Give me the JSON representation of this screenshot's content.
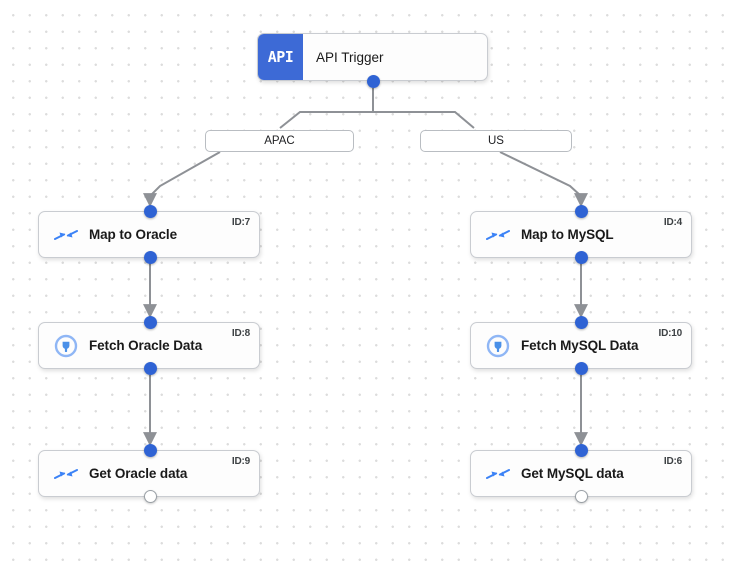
{
  "canvas": {
    "name": "workflow-canvas",
    "background": "#ffffff",
    "grid_dot_color": "#dcdcdc",
    "accent_color": "#2f63d4",
    "trigger_badge_color": "#3d6ad6",
    "edge_color": "#8e9196",
    "node_border_color": "#c9ccd1"
  },
  "trigger": {
    "badge_text": "API",
    "title": "API Trigger",
    "icon": "api-badge-icon"
  },
  "conditions": [
    {
      "id": "apac",
      "label": "APAC"
    },
    {
      "id": "us",
      "label": "US"
    }
  ],
  "nodes": [
    {
      "key": "map_to_oracle",
      "label": "Map to Oracle",
      "id_text": "ID:7",
      "icon": "merge-arrows-icon",
      "branch": "APAC",
      "input_port": "filled",
      "output_port": "filled"
    },
    {
      "key": "fetch_oracle_data",
      "label": "Fetch Oracle Data",
      "id_text": "ID:8",
      "icon": "connector-plug-icon",
      "branch": "APAC",
      "input_port": "filled",
      "output_port": "filled"
    },
    {
      "key": "get_oracle_data",
      "label": "Get Oracle data",
      "id_text": "ID:9",
      "icon": "merge-arrows-icon",
      "branch": "APAC",
      "input_port": "filled",
      "output_port": "open"
    },
    {
      "key": "map_to_mysql",
      "label": "Map to MySQL",
      "id_text": "ID:4",
      "icon": "merge-arrows-icon",
      "branch": "US",
      "input_port": "filled",
      "output_port": "filled"
    },
    {
      "key": "fetch_mysql_data",
      "label": "Fetch MySQL Data",
      "id_text": "ID:10",
      "icon": "connector-plug-icon",
      "branch": "US",
      "input_port": "filled",
      "output_port": "filled"
    },
    {
      "key": "get_mysql_data",
      "label": "Get MySQL data",
      "id_text": "ID:6",
      "icon": "merge-arrows-icon",
      "branch": "US",
      "input_port": "filled",
      "output_port": "open"
    }
  ],
  "edges": [
    {
      "from": "api_trigger",
      "to": "apac_label"
    },
    {
      "from": "api_trigger",
      "to": "us_label"
    },
    {
      "from": "apac_label",
      "to": "map_to_oracle"
    },
    {
      "from": "us_label",
      "to": "map_to_mysql"
    },
    {
      "from": "map_to_oracle",
      "to": "fetch_oracle_data"
    },
    {
      "from": "fetch_oracle_data",
      "to": "get_oracle_data"
    },
    {
      "from": "map_to_mysql",
      "to": "fetch_mysql_data"
    },
    {
      "from": "fetch_mysql_data",
      "to": "get_mysql_data"
    }
  ]
}
